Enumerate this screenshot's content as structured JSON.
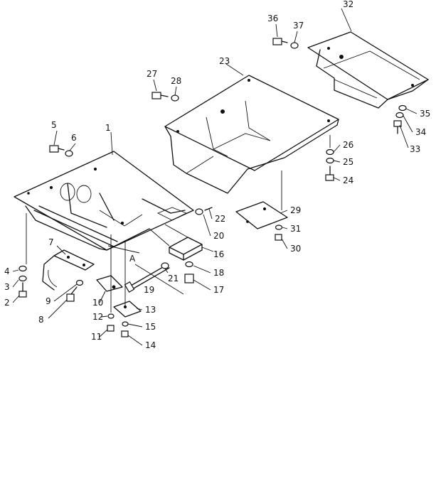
{
  "callouts": {
    "c1": "1",
    "c2": "2",
    "c3": "3",
    "c4": "4",
    "c5": "5",
    "c6": "6",
    "c7": "7",
    "c8": "8",
    "c9": "9",
    "c10": "10",
    "c11": "11",
    "c12": "12",
    "c13": "13",
    "c14": "14",
    "c15": "15",
    "c16": "16",
    "c17": "17",
    "c18": "18",
    "c19": "19",
    "c20": "20",
    "c21": "21",
    "c22": "22",
    "c23": "23",
    "c24": "24",
    "c25": "25",
    "c26": "26",
    "c27": "27",
    "c28": "28",
    "c29": "29",
    "c30": "30",
    "c31": "31",
    "c32": "32",
    "c33": "33",
    "c34": "34",
    "c35": "35",
    "c36": "36",
    "c37": "37"
  },
  "ref_mark": "A"
}
